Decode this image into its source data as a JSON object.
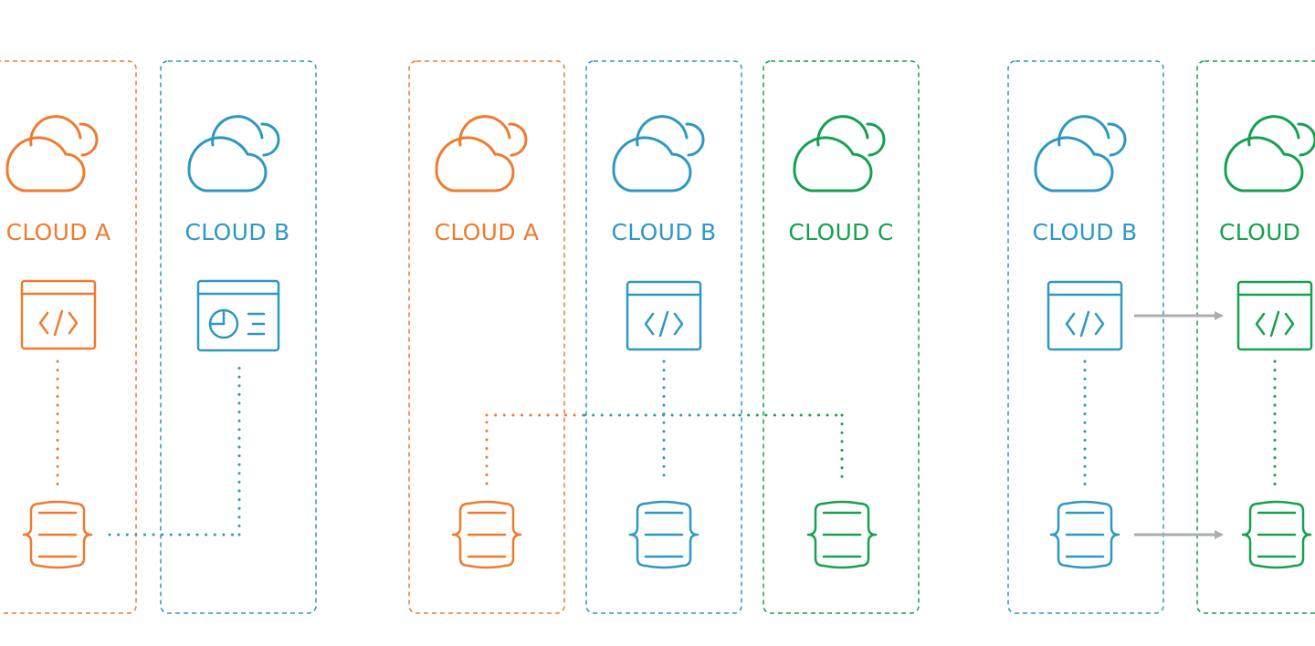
{
  "colors": {
    "orange": "#ef7b2e",
    "blue": "#2d98c4",
    "green": "#15a14f",
    "arrow": "#a9aeb2"
  },
  "labels": {
    "cloud_a": "CLOUD A",
    "cloud_b": "CLOUD B",
    "cloud_c": "CLOUD C",
    "cloud_c_partial": "CLOUD"
  },
  "icons": {
    "cloud": "cloud-icon",
    "code_window": "code-window-icon",
    "dashboard_window": "dashboard-window-icon",
    "database": "database-icon",
    "arrow": "arrow-right-icon"
  },
  "panels": [
    {
      "name": "panel-1",
      "columns": [
        {
          "name": "cloud-a",
          "label_key": "cloud_a",
          "color": "orange",
          "app_icon": "code_window"
        },
        {
          "name": "cloud-b",
          "label_key": "cloud_b",
          "color": "blue",
          "app_icon": "dashboard_window"
        }
      ]
    },
    {
      "name": "panel-2",
      "columns": [
        {
          "name": "cloud-a",
          "label_key": "cloud_a",
          "color": "orange",
          "app_icon": null
        },
        {
          "name": "cloud-b",
          "label_key": "cloud_b",
          "color": "blue",
          "app_icon": "code_window"
        },
        {
          "name": "cloud-c",
          "label_key": "cloud_c",
          "color": "green",
          "app_icon": null
        }
      ]
    },
    {
      "name": "panel-3",
      "columns": [
        {
          "name": "cloud-b",
          "label_key": "cloud_b",
          "color": "blue",
          "app_icon": "code_window"
        },
        {
          "name": "cloud-c",
          "label_key": "cloud_c_partial",
          "color": "green",
          "app_icon": "code_window"
        }
      ]
    }
  ]
}
